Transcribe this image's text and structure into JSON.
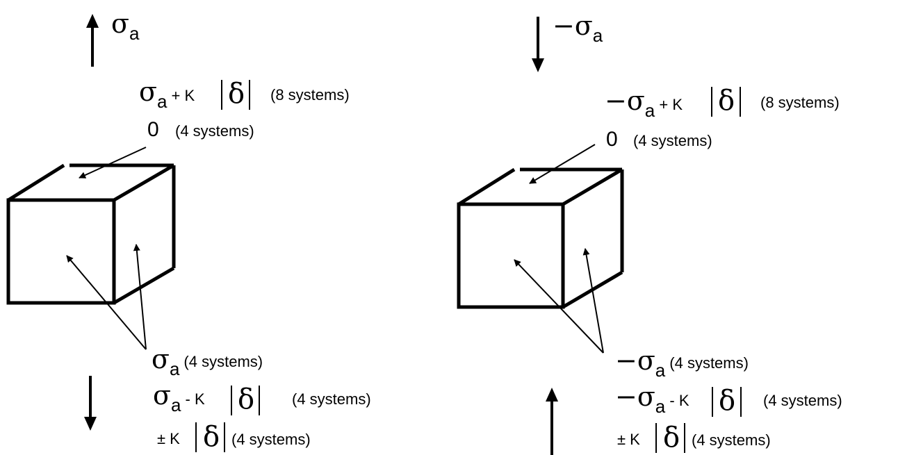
{
  "panels": [
    {
      "id": "tension",
      "stress_arrow_label": "σ",
      "stress_arrow_sub": "a",
      "top_face": {
        "prefix": "",
        "sym": "σ",
        "sub": "a",
        "op": " + K",
        "delta": "δ",
        "note": "(8 systems)"
      },
      "zero_face": {
        "value": "0",
        "note": "(4 systems)"
      },
      "bottom_lines": [
        {
          "prefix": "",
          "sym": "σ",
          "sub": "a",
          "op": "",
          "delta": "",
          "note": "(4 systems)"
        },
        {
          "prefix": "",
          "sym": "σ",
          "sub": "a",
          "op": " - K",
          "delta": "δ",
          "note": "(4 systems)"
        },
        {
          "prefix": "± K",
          "sym": "",
          "sub": "",
          "op": "",
          "delta": "δ",
          "note": "(4 systems)"
        }
      ]
    },
    {
      "id": "compression",
      "stress_arrow_label": "−σ",
      "stress_arrow_sub": "a",
      "top_face": {
        "prefix": "−",
        "sym": "σ",
        "sub": "a",
        "op": " + K",
        "delta": "δ",
        "note": "(8 systems)"
      },
      "zero_face": {
        "value": "0",
        "note": "(4 systems)"
      },
      "bottom_lines": [
        {
          "prefix": "−",
          "sym": "σ",
          "sub": "a",
          "op": "",
          "delta": "",
          "note": "(4 systems)"
        },
        {
          "prefix": "−",
          "sym": "σ",
          "sub": "a",
          "op": " - K",
          "delta": "δ",
          "note": "(4 systems)"
        },
        {
          "prefix": "± K",
          "sym": "",
          "sub": "",
          "op": "",
          "delta": "δ",
          "note": "(4 systems)"
        }
      ]
    }
  ]
}
